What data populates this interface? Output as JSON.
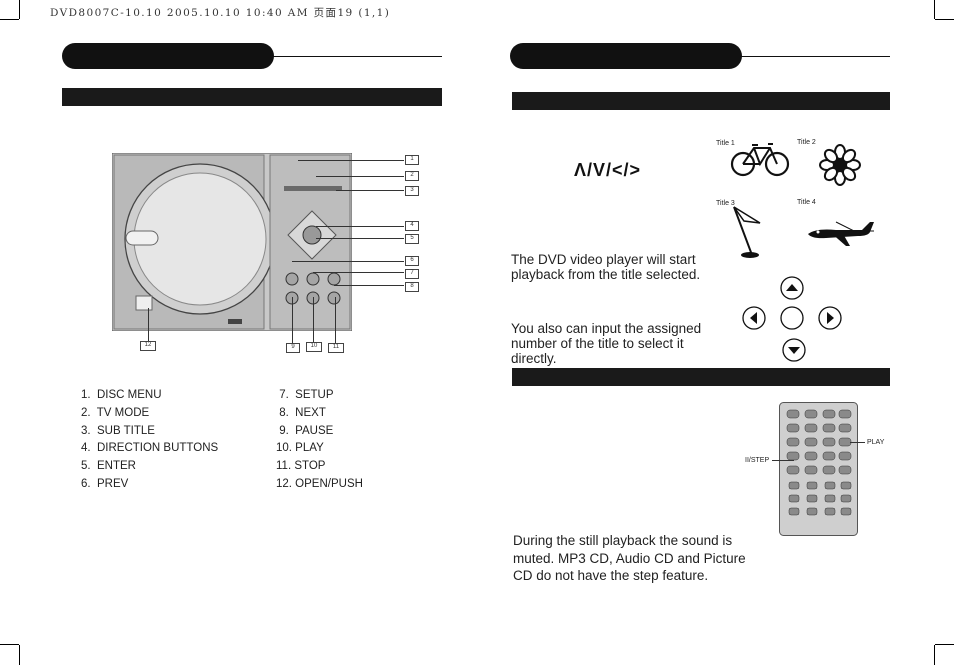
{
  "header": {
    "meta": "DVD8007C-10.10   2005.10.10 10:40 AM  页面19 (1,1)"
  },
  "left": {
    "callouts": [
      "1",
      "2",
      "3",
      "4",
      "5",
      "6",
      "7",
      "8",
      "9",
      "10",
      "11",
      "12"
    ],
    "list_col1": [
      "1.  DISC MENU",
      "2.  TV MODE",
      "3.  SUB TITLE",
      "4.  DIRECTION BUTTONS",
      "5.  ENTER",
      "6.  PREV"
    ],
    "list_col2": [
      " 7.  SETUP",
      " 8.  NEXT",
      " 9.  PAUSE",
      "10. PLAY",
      "11. STOP",
      "12. OPEN/PUSH"
    ]
  },
  "right": {
    "arrows_text": "Λ/V/</>",
    "title_labels": [
      "Title 1",
      "Title 2",
      "Title 3",
      "Title 4"
    ],
    "para1": "The DVD video player will start playback from the title selected.",
    "para2": "You also can input the assigned number of the title to select it directly.",
    "remote_label_play": "PLAY",
    "remote_label_step": "II/STEP",
    "para3": "During the still playback the sound is muted. MP3 CD, Audio CD and Picture CD do not have the step feature."
  }
}
